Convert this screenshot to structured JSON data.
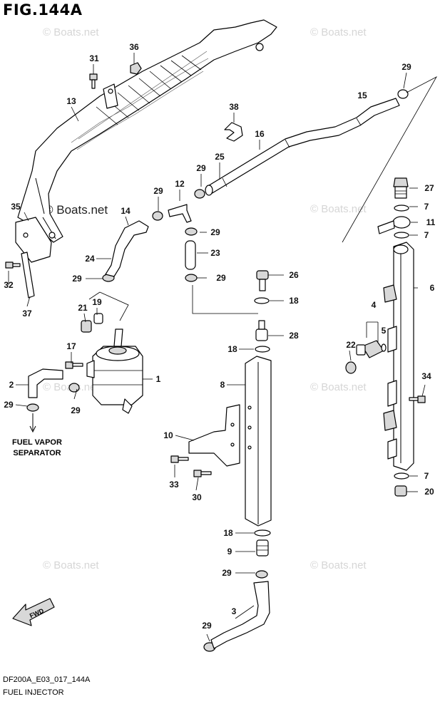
{
  "figure": {
    "title": "FIG.144A",
    "code": "DF200A_E03_017_144A",
    "name": "FUEL INJECTOR",
    "separator_note_line1": "FUEL VAPOR",
    "separator_note_line2": "SEPARATOR",
    "fwd_label": "FWD"
  },
  "watermark": {
    "text": "© Boats.net"
  },
  "callouts": [
    "1",
    "2",
    "3",
    "4",
    "5",
    "6",
    "7",
    "8",
    "9",
    "10",
    "11",
    "12",
    "13",
    "14",
    "15",
    "16",
    "17",
    "18",
    "19",
    "20",
    "21",
    "22",
    "23",
    "24",
    "25",
    "26",
    "27",
    "28",
    "29",
    "30",
    "31",
    "32",
    "33",
    "34",
    "35",
    "36",
    "37",
    "38"
  ]
}
